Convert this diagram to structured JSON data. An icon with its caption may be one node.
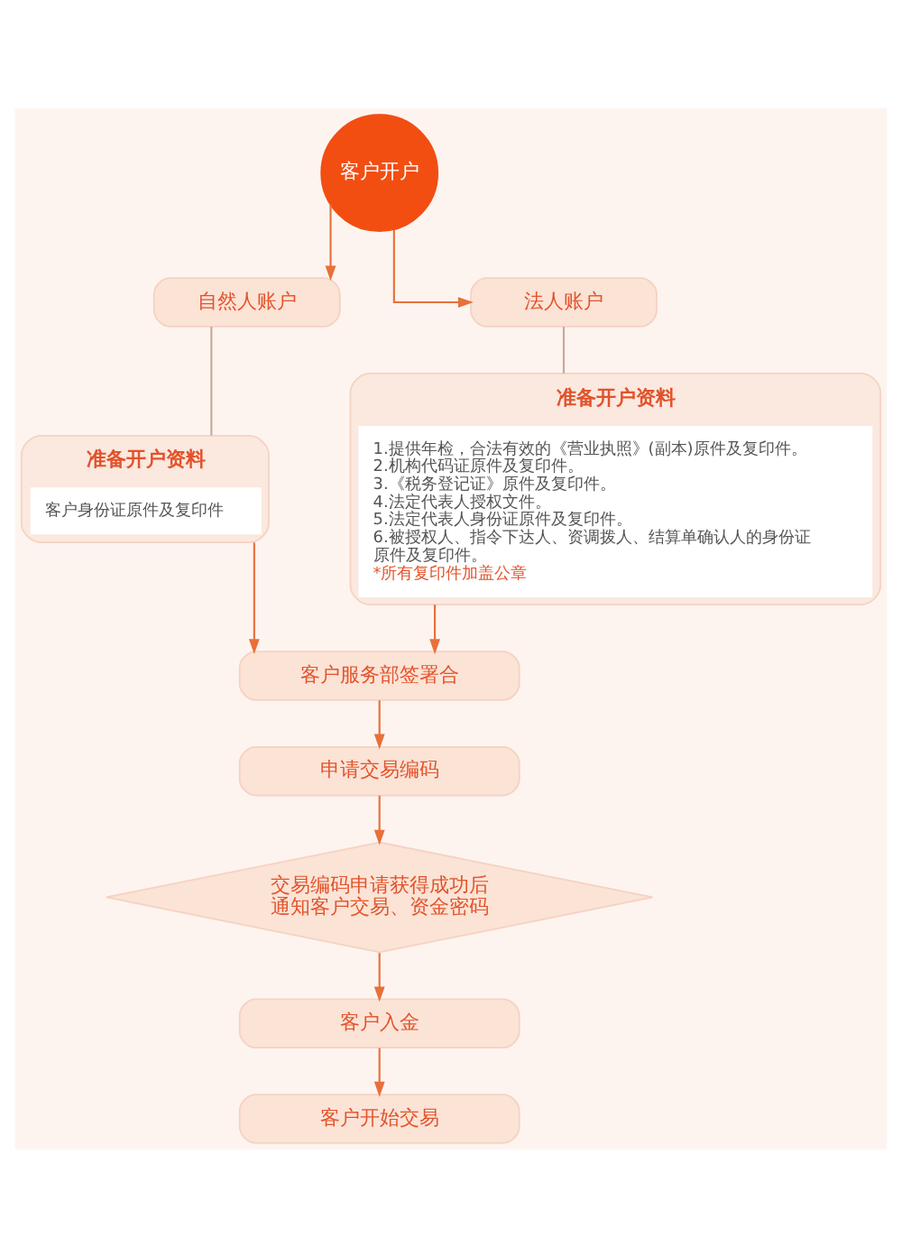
{
  "diagram": {
    "nodes": [
      {
        "text": [
          "客户开户"
        ]
      },
      {
        "text": [
          "自然人账户"
        ]
      },
      {
        "text": [
          "法人账户"
        ]
      },
      {
        "text": [
          "准备开户资料",
          "客户身份证原件及复印件"
        ]
      },
      {
        "text": [
          "准备开户资料",
          "1.提供年检，合法有效的《营业执照》(副本)原件及复印件。",
          "2.机构代码证原件及复印件。",
          "3.《税务登记证》原件及复印件。",
          "4.法定代表人授权文件。",
          "5.法定代表人身份证原件及复印件。",
          "6.被授权人、指令下达人、资调拨人、结算单确认人的身份证原件及复印件。",
          "*所有复印件加盖公章"
        ]
      },
      {
        "text": [
          "客户服务部签署合"
        ]
      },
      {
        "text": [
          "申请交易编码"
        ]
      },
      {
        "text": [
          "交易编码申请获得成功后通知客户交易、资金密码"
        ]
      },
      {
        "text": [
          "客户入金"
        ]
      },
      {
        "text": [
          "客户开始交易"
        ]
      }
    ],
    "edges": [
      {
        "from": 0,
        "to": 1,
        "arrow": "to"
      },
      {
        "from": 0,
        "to": 2,
        "arrow": "to"
      },
      {
        "from": 1,
        "to": 3,
        "arrow": "none",
        "color": "#c9a89a"
      },
      {
        "from": 2,
        "to": 4,
        "arrow": "none",
        "color": "#c9a89a"
      },
      {
        "from": 3,
        "to": 5,
        "arrow": "to"
      },
      {
        "from": 4,
        "to": 5,
        "arrow": "to"
      },
      {
        "from": 5,
        "to": 6,
        "arrow": "to"
      },
      {
        "from": 6,
        "to": 7,
        "arrow": "to"
      },
      {
        "from": 7,
        "to": 8,
        "arrow": "to"
      },
      {
        "from": 8,
        "to": 9,
        "arrow": "to"
      }
    ]
  }
}
